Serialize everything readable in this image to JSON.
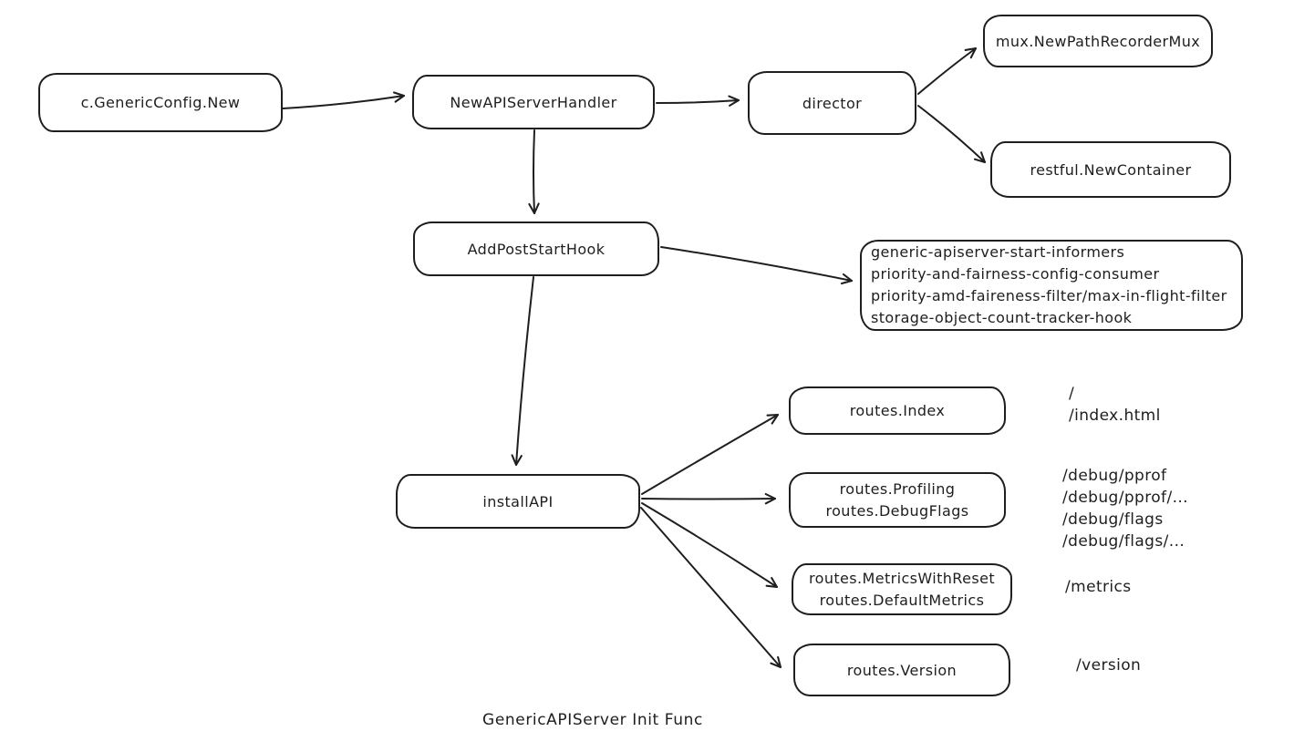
{
  "diagram": {
    "caption": "GenericAPIServer Init Func",
    "colors": {
      "stroke": "#1e1e1e",
      "background": "#ffffff",
      "text": "#1e1e1e"
    },
    "nodes": {
      "generic_config_new": {
        "label": "c.GenericConfig.New"
      },
      "new_apiserver_handler": {
        "label": "NewAPIServerHandler"
      },
      "director": {
        "label": "director"
      },
      "mux_new_path_recorder_mux": {
        "label": "mux.NewPathRecorderMux"
      },
      "restful_new_container": {
        "label": "restful.NewContainer"
      },
      "add_post_start_hook": {
        "label": "AddPostStartHook"
      },
      "post_start_hooks": {
        "lines": [
          "generic-apiserver-start-informers",
          "priority-and-fairness-config-consumer",
          "priority-amd-faireness-filter/max-in-flight-filter",
          "storage-object-count-tracker-hook"
        ]
      },
      "install_api": {
        "label": "installAPI"
      },
      "routes_index": {
        "label": "routes.Index"
      },
      "routes_profiling": {
        "lines": [
          "routes.Profiling",
          "routes.DebugFlags"
        ]
      },
      "routes_metrics": {
        "lines": [
          "routes.MetricsWithReset",
          "routes.DefaultMetrics"
        ]
      },
      "routes_version": {
        "label": "routes.Version"
      }
    },
    "path_labels": {
      "index": {
        "lines": [
          "/",
          "/index.html"
        ]
      },
      "debug": {
        "lines": [
          "/debug/pprof",
          "/debug/pprof/...",
          "/debug/flags",
          "/debug/flags/..."
        ]
      },
      "metrics": {
        "lines": [
          "/metrics"
        ]
      },
      "version": {
        "lines": [
          "/version"
        ]
      }
    }
  }
}
